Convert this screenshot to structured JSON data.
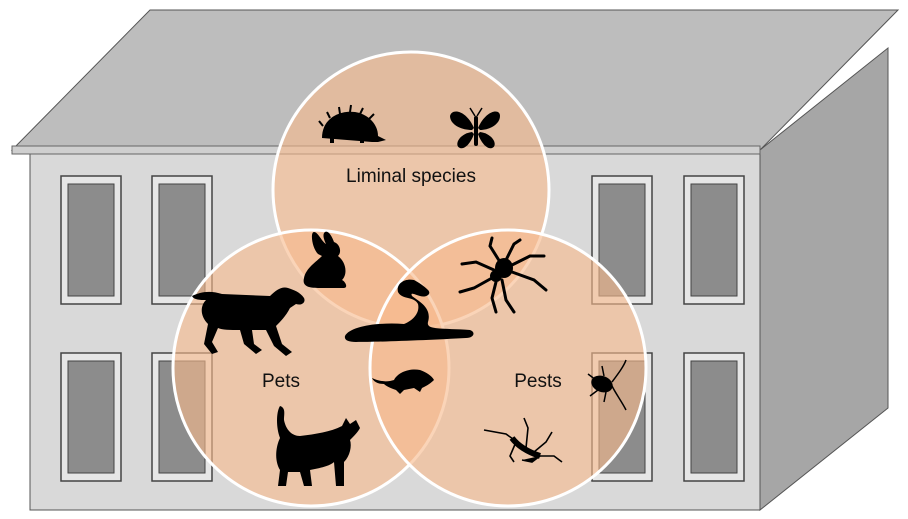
{
  "diagram": {
    "sets": [
      {
        "label": "Liminal species",
        "members": [
          "hedgehog",
          "butterfly",
          "rabbit"
        ]
      },
      {
        "label": "Pets",
        "members": [
          "dog",
          "cat",
          "rabbit",
          "mouse"
        ]
      },
      {
        "label": "Pests",
        "members": [
          "spider",
          "cockroach",
          "mosquito",
          "mouse"
        ]
      }
    ],
    "shared_members": [
      "snake"
    ],
    "colors": {
      "circle_fill": "#f7b98c",
      "circle_stroke": "#ffffff",
      "roof": "#bdbdbd",
      "wall_front": "#d9d9d9",
      "wall_side": "#a6a6a6",
      "window_glass": "#8c8c8c",
      "silhouette": "#000000"
    },
    "icons": [
      "hedgehog-icon",
      "butterfly-icon",
      "rabbit-icon",
      "dog-icon",
      "cat-icon",
      "snake-icon",
      "mouse-icon",
      "spider-icon",
      "cockroach-icon",
      "mosquito-icon"
    ]
  }
}
